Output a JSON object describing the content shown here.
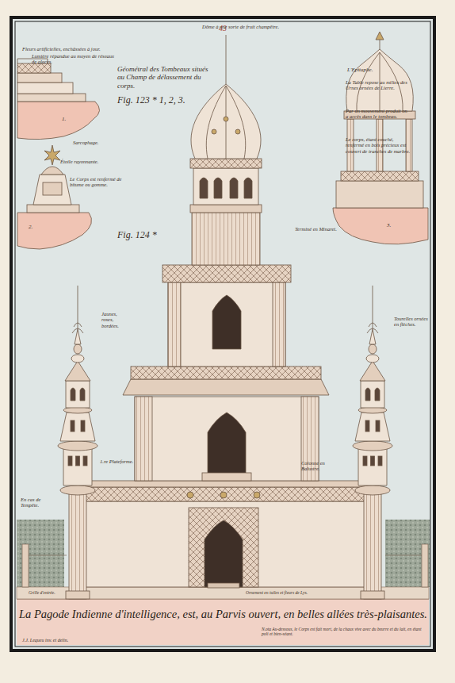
{
  "diagram": {
    "title": "La Pagode Indienne d'intelligence, est, au Parvis ouvert, en belles allées très-plaisantes.",
    "labels": [
      "43",
      "Fleurs artificielles, enchâssées à jour.",
      "Lumière répandue au moyen de réseaux de glaces.",
      "Géométral des Tombeaux situés au Champ de délassement du corps.",
      "Fig. 123 * 1, 2, 3.",
      "Dôme à une sorte de fruit champêtre.",
      "L'Epitaphe.",
      "La Table repose au milieu des Urnes ornées de Lierre.",
      "Par un mouvement produit on a accès dans le tombeau.",
      "Le corps, étant couché, renfermé en bois précieux est couvert de tranches de marbre.",
      "1.",
      "Sarcophage.",
      "Étoile rayonnante.",
      "Le Corps est renfermé de bitume ou gomme.",
      "2.",
      "3.",
      "Fig. 124 *",
      "Terminé en Minaret.",
      "Jaunes, roses, bordées.",
      "Tourelles ornées en flèches.",
      "1.re Plateforme.",
      "Colonne en Balustre.",
      "En cas de Tempête.",
      "Grille d'entrée.",
      "Ornement en tuiles et fleurs de Lys.",
      "N.ota Au-dessous, le Corps est fait mort, de la chaux vive avec du beurre et du lait, en étant poli et bien-séant.",
      "J.J. Lequeu inv. et delin."
    ]
  }
}
